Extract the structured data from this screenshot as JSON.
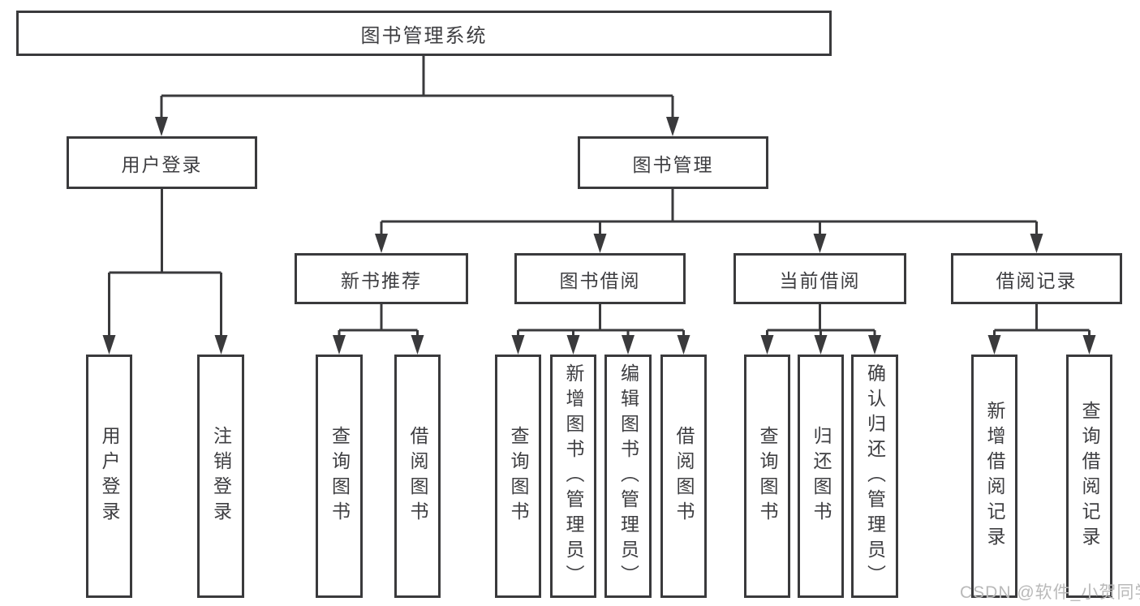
{
  "title": "图书管理系统",
  "watermark": "CSDN @软件_小贺同学",
  "colors": {
    "line": "#3a3a3c",
    "text": "#3e3e41",
    "watermark": "#b9b9b9"
  },
  "tree": {
    "root": {
      "label": "图书管理系统"
    },
    "branches": [
      {
        "label": "用户登录",
        "children": [
          {
            "label": "用户登录"
          },
          {
            "label": "注销登录"
          }
        ]
      },
      {
        "label": "图书管理",
        "children": [
          {
            "label": "新书推荐",
            "children": [
              {
                "label": "查询图书"
              },
              {
                "label": "借阅图书"
              }
            ]
          },
          {
            "label": "图书借阅",
            "children": [
              {
                "label": "查询图书"
              },
              {
                "label": "新增图书（管理员）"
              },
              {
                "label": "编辑图书（管理员）"
              },
              {
                "label": "借阅图书"
              }
            ]
          },
          {
            "label": "当前借阅",
            "children": [
              {
                "label": "查询图书"
              },
              {
                "label": "归还图书"
              },
              {
                "label": "确认归还（管理员）"
              }
            ]
          },
          {
            "label": "借阅记录",
            "children": [
              {
                "label": "新增借阅记录"
              },
              {
                "label": "查询借阅记录"
              }
            ]
          }
        ]
      }
    ]
  }
}
